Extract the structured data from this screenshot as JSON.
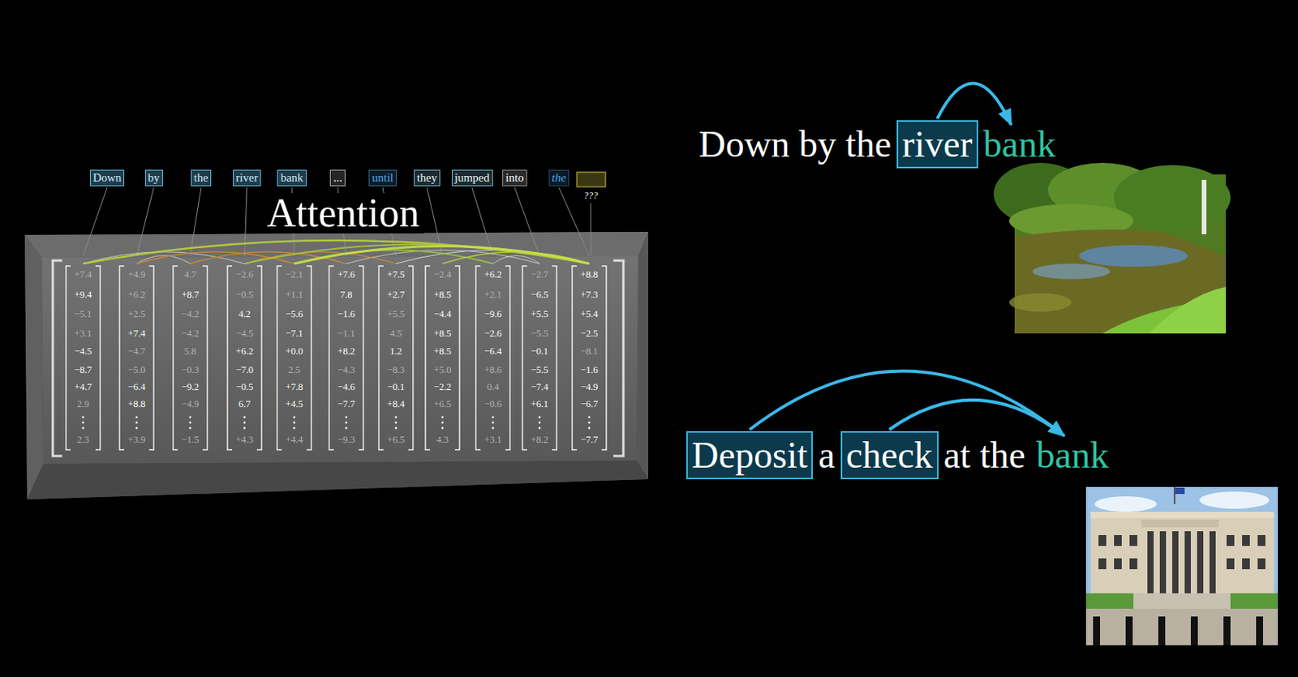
{
  "diagram": {
    "nodes": [
      {
        "text": [
          "Down"
        ]
      },
      {
        "text": [
          "by"
        ]
      },
      {
        "text": [
          "the"
        ]
      },
      {
        "text": [
          "river"
        ]
      },
      {
        "text": [
          "bank"
        ]
      },
      {
        "text": [
          "..."
        ]
      },
      {
        "text": [
          "until"
        ]
      },
      {
        "text": [
          "they"
        ]
      },
      {
        "text": [
          "jumped"
        ]
      },
      {
        "text": [
          "into"
        ]
      },
      {
        "text": [
          "the"
        ]
      },
      {
        "text": [
          "river"
        ]
      },
      {
        "text": [
          "bank"
        ]
      },
      {
        "text": [
          "Deposit"
        ]
      },
      {
        "text": [
          "check"
        ]
      },
      {
        "text": [
          "bank"
        ]
      }
    ],
    "edges": [
      {
        "from": 11,
        "to": 12,
        "arrow": "to"
      },
      {
        "from": 13,
        "to": 15,
        "arrow": "to"
      },
      {
        "from": 14,
        "to": 15,
        "arrow": "to"
      }
    ],
    "labels": [
      "Attention",
      "+7.4",
      "+9.4",
      "−5.1",
      "+3.1",
      "−4.5",
      "−8.7",
      "+4.7",
      "2.9",
      "2.3",
      "+4.9",
      "+6.2",
      "+2.5",
      "+7.4",
      "−4.7",
      "−5.0",
      "−6.4",
      "+8.8",
      "+3.9",
      "4.7",
      "+8.7",
      "−4.2",
      "−4.2",
      "5.8",
      "−0.3",
      "−9.2",
      "−4.9",
      "−1.5",
      "−2.6",
      "−0.5",
      "4.2",
      "−4.5",
      "+6.2",
      "−7.0",
      "−0.5",
      "6.7",
      "+4.3",
      "−2.1",
      "+1.1",
      "−5.6",
      "−7.1",
      "+0.0",
      "2.5",
      "+7.8",
      "+4.5",
      "+4.4",
      "+7.6",
      "7.8",
      "−1.6",
      "−1.1",
      "+8.2",
      "−4.3",
      "−4.6",
      "−7.7",
      "−9.3",
      "+7.5",
      "+2.7",
      "+5.5",
      "4.5",
      "1.2",
      "−8.3",
      "−0.1",
      "+8.4",
      "+6.5",
      "−2.4",
      "+8.5",
      "−4.4",
      "+8.5",
      "+8.5",
      "+5.0",
      "−2.2",
      "+6.5",
      "4.3",
      "+6.2",
      "+2.1",
      "−9.6",
      "−2.6",
      "−6.4",
      "+8.6",
      "0.4",
      "−0.6",
      "+3.1",
      "−2.7",
      "−6.5",
      "+5.5",
      "−5.5",
      "−0.1",
      "−5.5",
      "−7.4",
      "+6.1",
      "+8.2",
      "+8.8",
      "+7.3",
      "+5.4",
      "−2.5",
      "−8.1",
      "−1.6",
      "−4.9",
      "−6.7",
      "−7.7",
      "???",
      "Down by the",
      "a",
      "at the"
    ]
  }
}
